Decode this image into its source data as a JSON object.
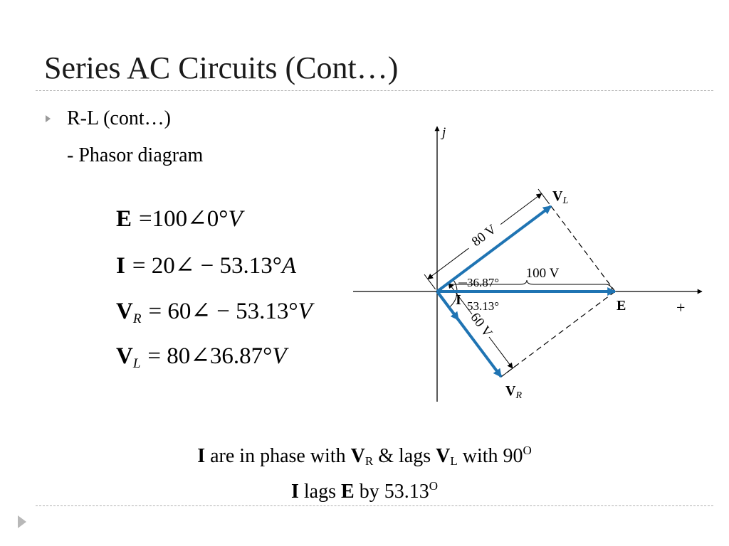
{
  "slide": {
    "title": "Series AC Circuits (Cont…)",
    "bullet": "R-L (cont…)",
    "subtext": "- Phasor diagram"
  },
  "equations": [
    {
      "symbol": "E",
      "subscript": "",
      "rhs": "=100∠0°",
      "unit": "V"
    },
    {
      "symbol": "I",
      "subscript": "",
      "rhs": "= 20∠ − 53.13°",
      "unit": "A"
    },
    {
      "symbol": "V",
      "subscript": "R",
      "rhs": "= 60∠ − 53.13°",
      "unit": "V"
    },
    {
      "symbol": "V",
      "subscript": "L",
      "rhs": "= 80∠36.87°",
      "unit": "V"
    }
  ],
  "diagram": {
    "axis_imag_label": "j",
    "axis_real_label": "+",
    "phasors": {
      "VL": {
        "magnitude": 80,
        "angle_deg": 36.87
      },
      "E": {
        "magnitude": 100,
        "angle_deg": 0
      },
      "VR": {
        "magnitude": 60,
        "angle_deg": -53.13
      },
      "I": {
        "magnitude": 20,
        "angle_deg": -53.13
      }
    },
    "labels": {
      "vl_symbol": "V",
      "vl_sub": "L",
      "vr_symbol": "V",
      "vr_sub": "R",
      "e_symbol": "E",
      "i_symbol": "I",
      "dim_80": "80 V",
      "dim_60": "60 V",
      "dim_100": "100 V",
      "angle_vl": "36.87°",
      "angle_i": "53.13°"
    },
    "colors": {
      "phasor": "#1f74b3",
      "construction": "#000000"
    }
  },
  "captions": {
    "line1": {
      "i": "I",
      "t1": " are in phase with ",
      "v1": "V",
      "sub1": "R",
      "t2": " & lags ",
      "v2": "V",
      "sub2": "L",
      "t3": " with 90",
      "sup": "O"
    },
    "line2": {
      "i": "I",
      "t1": " lags ",
      "e": "E",
      "t2": " by 53.13",
      "sup": "O"
    }
  },
  "icons": {
    "bullet": "triangle-right-icon",
    "nav": "play-arrow-icon"
  }
}
